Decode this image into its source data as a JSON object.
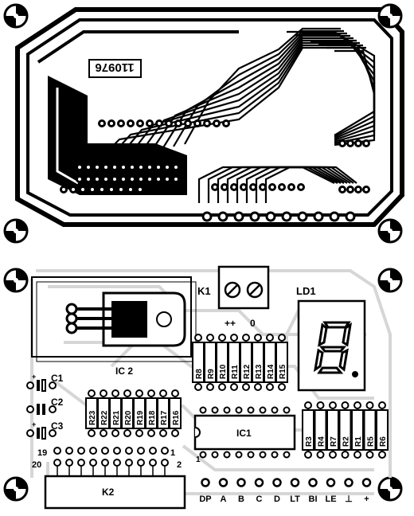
{
  "pcb_code": "110976",
  "labels": {
    "k1": "K1",
    "ld1": "LD1",
    "ic1": "IC1",
    "ic2": "IC 2",
    "k2": "K2",
    "c1": "C1",
    "c2": "C2",
    "c3": "C3",
    "plus_plus": "++",
    "zero": "0",
    "pin19": "19",
    "pin1": "1",
    "pin20": "20",
    "pin2": "2",
    "ic1_pin1": "1",
    "plus_mark": "+"
  },
  "resistors_top": [
    "R8",
    "R9",
    "R10",
    "R11",
    "R12",
    "R13",
    "R14",
    "R15"
  ],
  "resistors_ic2": [
    "R23",
    "R22",
    "R21",
    "R20",
    "R19",
    "R18",
    "R17",
    "R16"
  ],
  "resistors_right": [
    "R3",
    "R4",
    "R7",
    "R2",
    "R1",
    "R5",
    "R6"
  ],
  "bottom_connector": [
    "DP",
    "A",
    "B",
    "C",
    "D",
    "LT",
    "BI",
    "LE",
    "⊥",
    "+"
  ],
  "colors": {
    "ink": "#000000",
    "paper": "#ffffff",
    "ghost": "#d6d6d6"
  }
}
